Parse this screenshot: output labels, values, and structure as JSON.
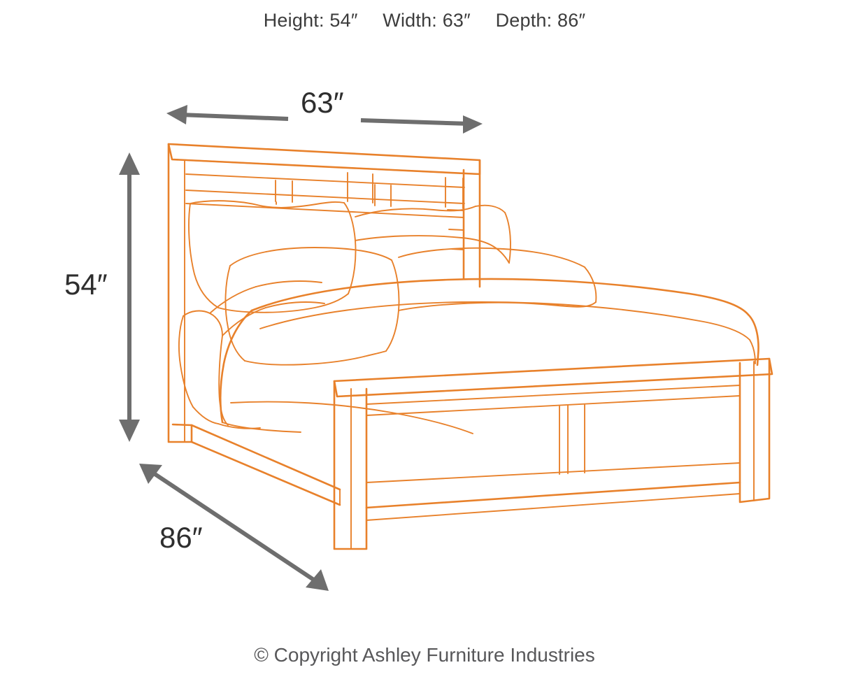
{
  "header": {
    "specs": [
      {
        "name": "height",
        "text": "Height: 54″"
      },
      {
        "name": "width",
        "text": "Width: 63″"
      },
      {
        "name": "depth",
        "text": "Depth: 86″"
      }
    ]
  },
  "dimensions": {
    "width_label": "63″",
    "height_label": "54″",
    "depth_label": "86″"
  },
  "footer": {
    "copyright": "© Copyright Ashley Furniture Industries"
  },
  "colors": {
    "product_line": "#e8812b",
    "arrow_gray": "#6e6e6e",
    "text": "#3c3c3c",
    "background": "#ffffff"
  },
  "product": {
    "type": "panel-bed",
    "view": "three-quarter-perspective",
    "parts": [
      "headboard",
      "headboard-top-rail",
      "headboard-slat-panel",
      "pillows",
      "mattress",
      "comforter",
      "draped-throw",
      "side-rail",
      "footboard",
      "footboard-top-rail",
      "footboard-posts",
      "footboard-center-stile"
    ]
  },
  "chart_data": {
    "type": "table",
    "title": "Bed Dimensions",
    "categories": [
      "Height",
      "Width",
      "Depth"
    ],
    "values": [
      54,
      63,
      86
    ],
    "unit": "inches",
    "xlabel": "",
    "ylabel": ""
  }
}
